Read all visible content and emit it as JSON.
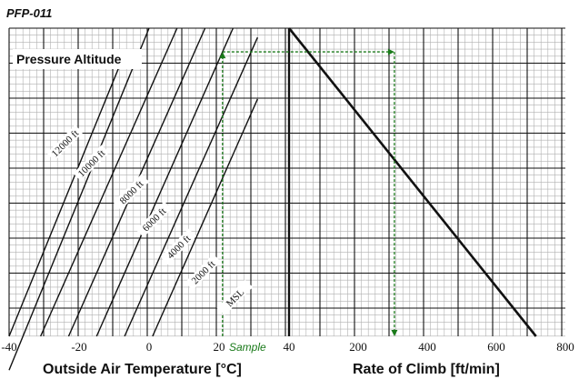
{
  "doc_id": "PFP-011",
  "colors": {
    "grid_minor": "#b0b0b0",
    "grid_major": "#111111",
    "sample": "#1a7a1a"
  },
  "chart_data": [
    {
      "type": "line",
      "title": "",
      "label_box": "Pressure Altitude",
      "xlabel": "Outside Air Temperature [°C]",
      "xlim": [
        -40,
        40
      ],
      "xticks": [
        "-40",
        "-20",
        "0",
        "20",
        "40"
      ],
      "series": [
        {
          "name": "12000 ft",
          "x": [
            -40,
            -8
          ],
          "y": [
            0.0,
            0.89
          ]
        },
        {
          "name": "10000 ft",
          "x": [
            -40,
            0
          ],
          "y": [
            -0.11,
            1.0
          ]
        },
        {
          "name": "8000 ft",
          "x": [
            -31,
            8
          ],
          "y": [
            0.0,
            1.0
          ]
        },
        {
          "name": "6000 ft",
          "x": [
            -23,
            16
          ],
          "y": [
            0.0,
            1.0
          ]
        },
        {
          "name": "4000 ft",
          "x": [
            -15,
            24
          ],
          "y": [
            0.0,
            1.0
          ]
        },
        {
          "name": "2000 ft",
          "x": [
            -7,
            31
          ],
          "y": [
            0.0,
            0.97
          ]
        },
        {
          "name": "MSL",
          "x": [
            1,
            31
          ],
          "y": [
            0.0,
            0.77
          ]
        }
      ],
      "sample": {
        "label": "Sample",
        "oat": 21,
        "altitude_ft": 4000
      }
    },
    {
      "type": "line",
      "xlabel": "Rate of Climb [ft/min]",
      "xlim": [
        0,
        800
      ],
      "xticks": [
        "40",
        "200",
        "400",
        "600",
        "800"
      ],
      "series": [
        {
          "name": "",
          "x": [
            0,
            715
          ],
          "y": [
            1.0,
            0.0
          ]
        }
      ],
      "sample": {
        "rate_of_climb": 305
      }
    }
  ]
}
